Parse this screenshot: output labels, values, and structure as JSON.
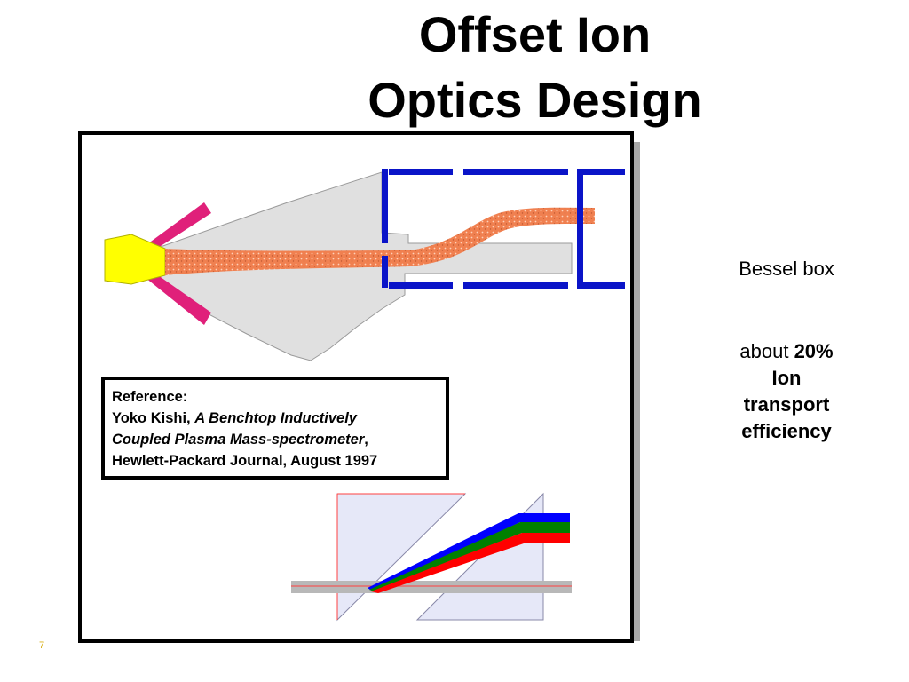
{
  "slide": {
    "title_line1": "Offset Ion",
    "title_line2": "Optics Design",
    "page_number": "7"
  },
  "reference": {
    "heading": "Reference:",
    "author": "Yoko Kishi,",
    "work_title_part1": "A Benchtop Inductively",
    "work_title_part2": "Coupled Plasma Mass-spectrometer",
    "comma": ",",
    "publication": "Hewlett-Packard Journal, August 1997"
  },
  "annotations": {
    "bessel_box": "Bessel box",
    "efficiency_prefix": "about",
    "efficiency_value": "20%",
    "efficiency_line2": "Ion",
    "efficiency_line3": "transport",
    "efficiency_line4": "efficiency"
  },
  "colors": {
    "electrode_blue": "#0a14c8",
    "ion_beam_orange": "#f08050",
    "cone_magenta": "#e0207a",
    "torch_yellow": "#ffff00",
    "beam_envelope_gray": "#e0e0e0",
    "prism_lavender": "#e6e8f8",
    "page_number_gold": "#d8b018"
  }
}
